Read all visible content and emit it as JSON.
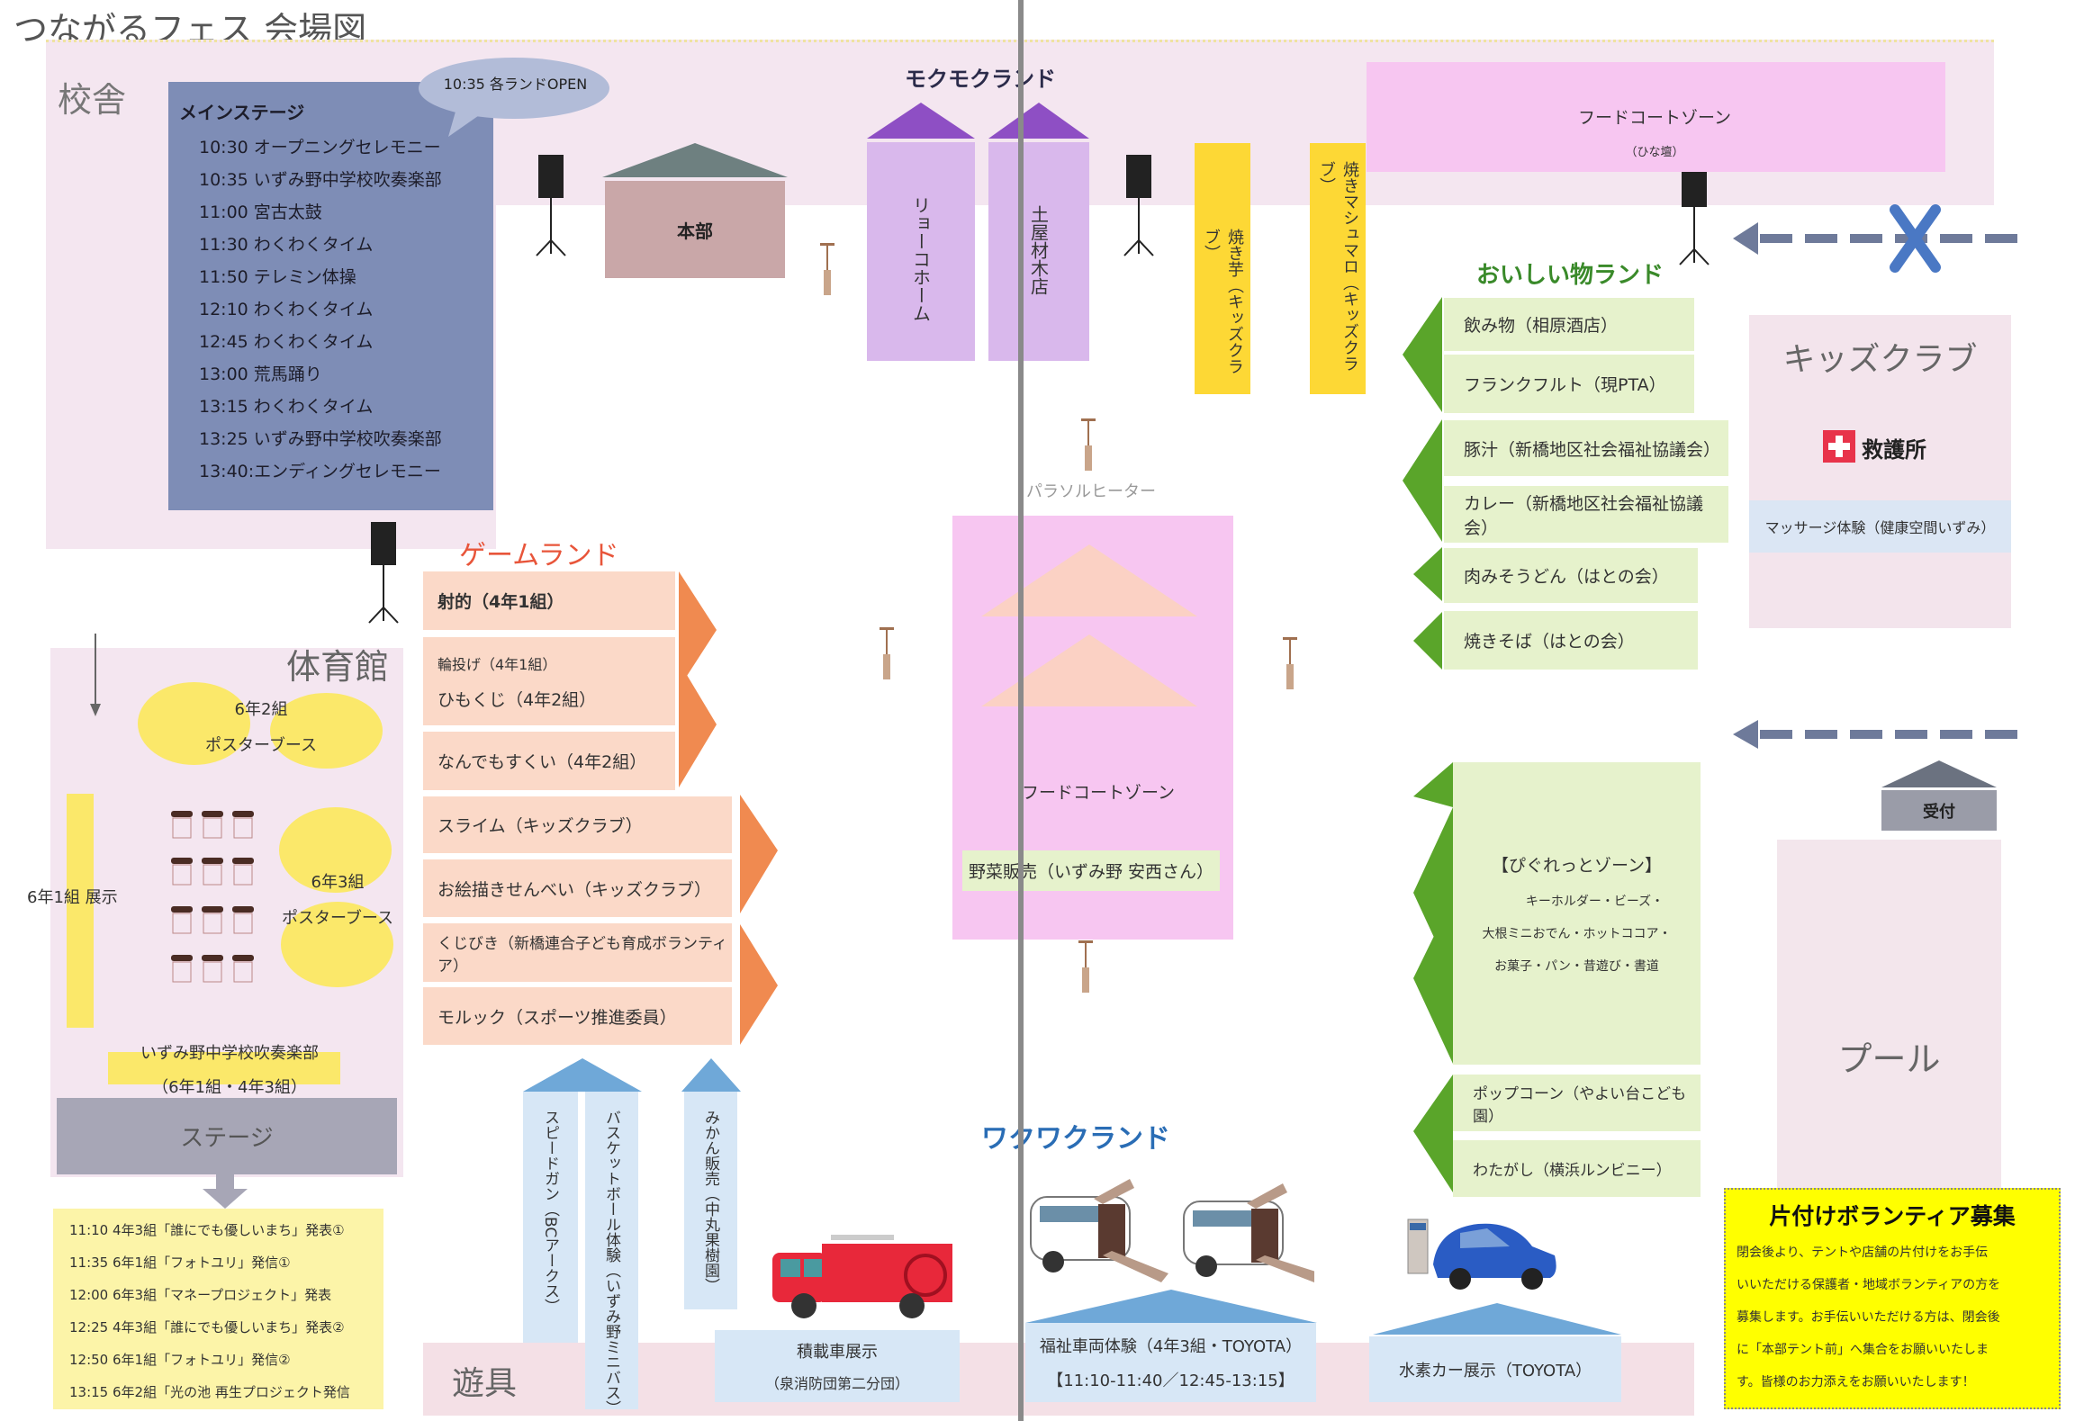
{
  "title": "つながるフェス 会場図",
  "school": {
    "label": "校舎"
  },
  "bubble": "10:35 各ランドOPEN",
  "main_stage": {
    "title": "メインステージ",
    "items": [
      "10:30 オープニングセレモニー",
      "10:35 いずみ野中学校吹奏楽部",
      "11:00 宮古太鼓",
      "11:30 わくわくタイム",
      "11:50 テレミン体操",
      "12:10 わくわくタイム",
      "12:45 わくわくタイム",
      "13:00 荒馬踊り",
      "13:15 わくわくタイム",
      "13:25 いずみ野中学校吹奏楽部",
      "13:40:エンディングセレモニー"
    ]
  },
  "honbu": "本部",
  "mokumoku": {
    "title": "モクモクランド",
    "stalls": [
      "リョーコホーム",
      "土屋材木店"
    ]
  },
  "yellow_stalls": [
    "焼き芋（キッズクラブ）",
    "焼きマシュマロ（キッズクラブ）"
  ],
  "food_court_top": {
    "label": "フードコートゾーン",
    "sub": "（ひな壇）"
  },
  "parasol_heater": "パラソルヒーター",
  "oishii": {
    "title": "おいしい物ランド",
    "items": [
      "飲み物（相原酒店）",
      "フランクフルト（現PTA）",
      "豚汁（新橋地区社会福祉協議会）",
      "カレー（新橋地区社会福祉協議会）",
      "肉みそうどん（はとの会）",
      "焼きそば（はとの会）"
    ]
  },
  "kids_club": {
    "label": "キッズクラブ",
    "first_aid": "救護所",
    "massage": "マッサージ体験（健康空間いずみ）"
  },
  "uketsuke": "受付",
  "pool": "プール",
  "volunteer": {
    "title": "片付けボランティア募集",
    "lines": [
      "閉会後より、テントや店舗の片付けをお手伝",
      "いいただける保護者・地域ボランティアの方を",
      "募集します。お手伝いいただける方は、閉会後",
      "に「本部テント前」へ集合をお願いいたしま",
      "す。皆様のお力添えをお願いいたします！"
    ]
  },
  "piguretto": {
    "title": "【ぴぐれっとゾーン】",
    "lines": [
      "キーホルダー・ビーズ・",
      "大根ミニおでん・ホットココア・",
      "お菓子・パン・昔遊び・書道"
    ]
  },
  "snacks": [
    "ポップコーン（やよい台こども園）",
    "わたがし（横浜ルンビニー）"
  ],
  "center_food": {
    "label": "フードコートゾーン",
    "vegetable": "野菜販売（いずみ野 安西さん）"
  },
  "game": {
    "title": "ゲームランド",
    "items": [
      "射的（4年1組）",
      "輪投げ（4年1組）",
      "ひもくじ（4年2組）",
      "なんでもすくい（4年2組）",
      "スライム（キッズクラブ）",
      "お絵描きせんべい（キッズクラブ）",
      "くじびき（新橋連合子ども育成ボランティア）",
      "モルック（スポーツ推進委員）"
    ]
  },
  "gym": {
    "label": "体育館",
    "poster2": [
      "6年2組",
      "ポスターブース"
    ],
    "poster3": [
      "6年3組",
      "ポスターブース"
    ],
    "exhibit": "6年1組 展示",
    "band": [
      "いずみ野中学校吹奏楽部",
      "（6年1組・4年3組）"
    ],
    "stage": "ステージ"
  },
  "stage_schedule": [
    "11:10 4年3組「誰にでも優しいまち」発表①",
    "11:35 6年1組「フォトユリ」発信①",
    "12:00 6年3組「マネープロジェクト」発表",
    "12:25 4年3組「誰にでも優しいまち」発表②",
    "12:50 6年1組「フォトユリ」発信②",
    "13:15 6年2組「光の池 再生プロジェクト発信"
  ],
  "playground": "遊具",
  "blue_stalls": [
    "スピードガン（BCアークス）",
    "バスケットボール体験（いずみ野ミニバス）",
    "みかん販売（中丸果樹園）"
  ],
  "wakuwaku": {
    "title": "ワクワクランド",
    "fire": [
      "積載車展示",
      "（泉消防団第二分団）"
    ],
    "welfare": [
      "福祉車両体験（4年3組・TOYOTA）",
      "【11:10-11:40／12:45-13:15】"
    ],
    "hydrogen": "水素カー展示（TOYOTA）"
  },
  "colors": {
    "stage": "#7e8db6",
    "game": "#e8553a",
    "green": "#3a8a2a",
    "blue_title": "#2a6db5",
    "purple": "#d9b8ec",
    "pink_zone": "#f7c6f1",
    "yellow": "#fdd835"
  }
}
